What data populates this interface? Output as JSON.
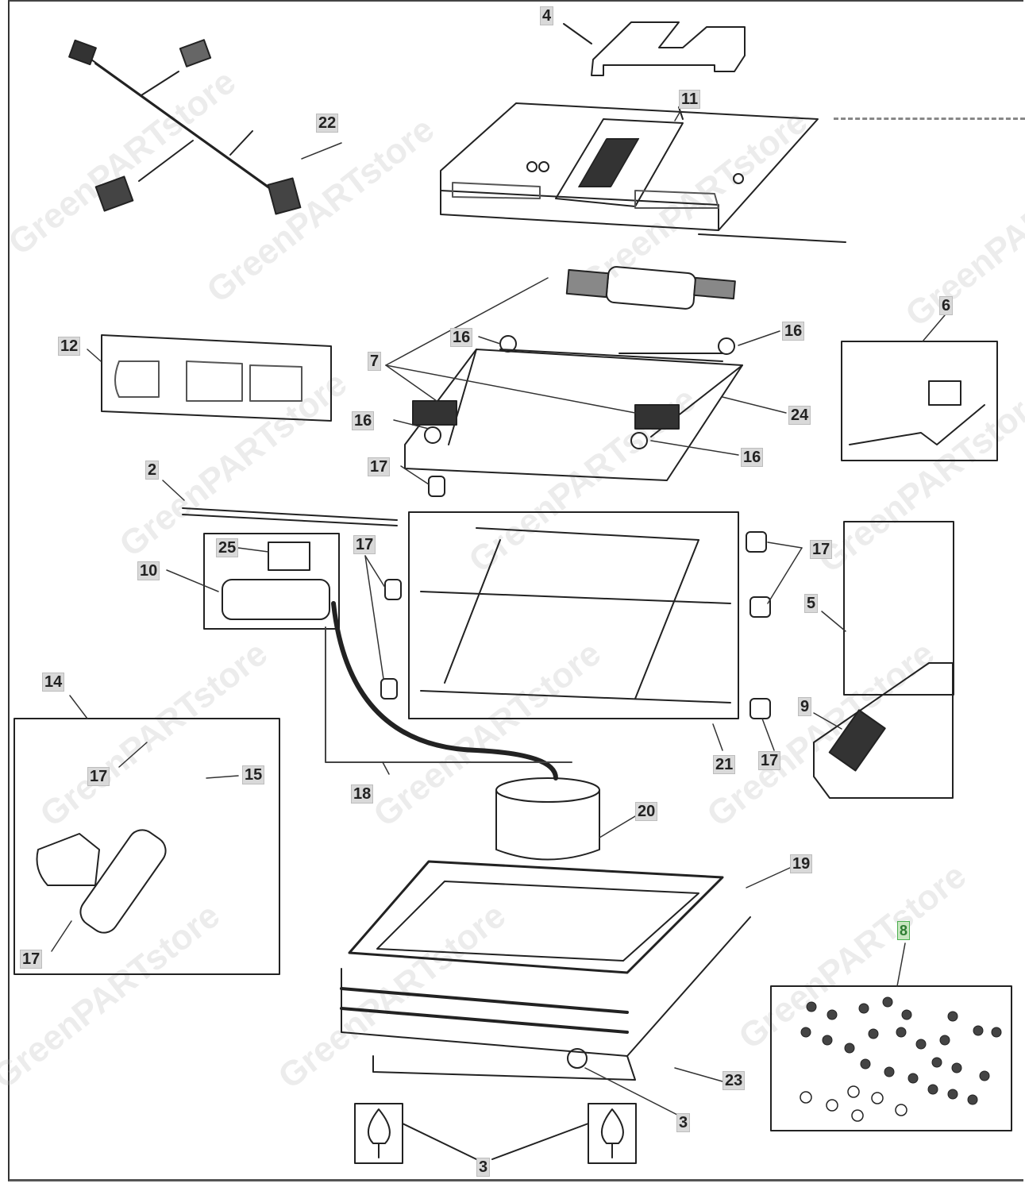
{
  "diagram": {
    "title": "Seat suspension exploded parts diagram",
    "watermark": "GreenPARTstore",
    "selected_color": "#4caf50",
    "callouts": [
      {
        "id": "c22",
        "label": "22"
      },
      {
        "id": "c4",
        "label": "4"
      },
      {
        "id": "c11",
        "label": "11"
      },
      {
        "id": "c12",
        "label": "12"
      },
      {
        "id": "c16a",
        "label": "16"
      },
      {
        "id": "c16b",
        "label": "16"
      },
      {
        "id": "c16c",
        "label": "16"
      },
      {
        "id": "c16d",
        "label": "16"
      },
      {
        "id": "c7",
        "label": "7"
      },
      {
        "id": "c6",
        "label": "6"
      },
      {
        "id": "c24",
        "label": "24"
      },
      {
        "id": "c17a",
        "label": "17"
      },
      {
        "id": "c2",
        "label": "2"
      },
      {
        "id": "c25",
        "label": "25"
      },
      {
        "id": "c10",
        "label": "10"
      },
      {
        "id": "c17b",
        "label": "17"
      },
      {
        "id": "c17c",
        "label": "17"
      },
      {
        "id": "c5",
        "label": "5"
      },
      {
        "id": "c9",
        "label": "9"
      },
      {
        "id": "c14",
        "label": "14"
      },
      {
        "id": "c17d",
        "label": "17"
      },
      {
        "id": "c15",
        "label": "15"
      },
      {
        "id": "c18",
        "label": "18"
      },
      {
        "id": "c21",
        "label": "21"
      },
      {
        "id": "c17e",
        "label": "17"
      },
      {
        "id": "c20",
        "label": "20"
      },
      {
        "id": "c19",
        "label": "19"
      },
      {
        "id": "c8",
        "label": "8",
        "selected": true
      },
      {
        "id": "c17f",
        "label": "17"
      },
      {
        "id": "c23",
        "label": "23"
      },
      {
        "id": "c3a",
        "label": "3"
      },
      {
        "id": "c3b",
        "label": "3"
      }
    ]
  }
}
